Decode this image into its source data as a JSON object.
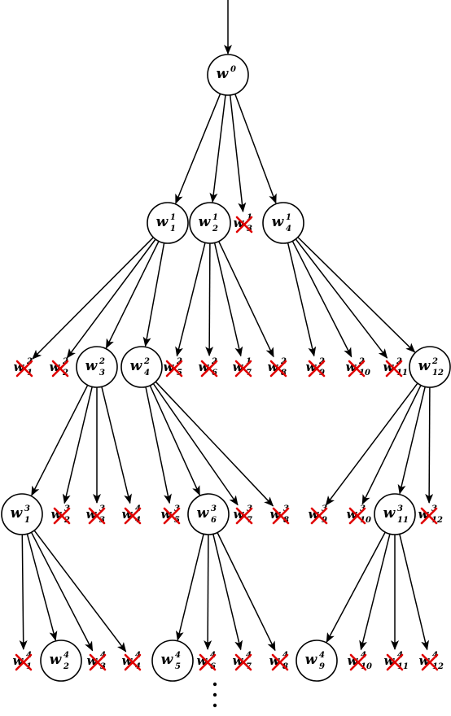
{
  "colors": {
    "stroke": "#000000",
    "pruned_mark": "#e00000"
  },
  "diagram": {
    "root": {
      "id": "r",
      "base": "w",
      "sup": "0",
      "sub": ""
    },
    "levels": [
      {
        "level": 1,
        "nodes": [
          {
            "id": "l1n1",
            "base": "w",
            "sup": "1",
            "sub": "1",
            "pruned": false
          },
          {
            "id": "l1n2",
            "base": "w",
            "sup": "1",
            "sub": "2",
            "pruned": false
          },
          {
            "id": "l1n3",
            "base": "w",
            "sup": "1",
            "sub": "3",
            "pruned": true
          },
          {
            "id": "l1n4",
            "base": "w",
            "sup": "1",
            "sub": "4",
            "pruned": false
          }
        ]
      },
      {
        "level": 2,
        "nodes": [
          {
            "id": "l2n1",
            "base": "w",
            "sup": "2",
            "sub": "1",
            "pruned": true
          },
          {
            "id": "l2n2",
            "base": "w",
            "sup": "2",
            "sub": "2",
            "pruned": true
          },
          {
            "id": "l2n3",
            "base": "w",
            "sup": "2",
            "sub": "3",
            "pruned": false
          },
          {
            "id": "l2n4",
            "base": "w",
            "sup": "2",
            "sub": "4",
            "pruned": false
          },
          {
            "id": "l2n5",
            "base": "w",
            "sup": "2",
            "sub": "5",
            "pruned": true
          },
          {
            "id": "l2n6",
            "base": "w",
            "sup": "2",
            "sub": "6",
            "pruned": true
          },
          {
            "id": "l2n7",
            "base": "w",
            "sup": "1",
            "sub": "7",
            "pruned": true
          },
          {
            "id": "l2n8",
            "base": "w",
            "sup": "2",
            "sub": "8",
            "pruned": true
          },
          {
            "id": "l2n9",
            "base": "w",
            "sup": "2",
            "sub": "9",
            "pruned": true
          },
          {
            "id": "l2n10",
            "base": "w",
            "sup": "2",
            "sub": "10",
            "pruned": true
          },
          {
            "id": "l2n11",
            "base": "w",
            "sup": "2",
            "sub": "11",
            "pruned": true
          },
          {
            "id": "l2n12",
            "base": "w",
            "sup": "2",
            "sub": "12",
            "pruned": false
          }
        ]
      },
      {
        "level": 3,
        "nodes": [
          {
            "id": "l3n1",
            "base": "w",
            "sup": "3",
            "sub": "1",
            "pruned": false
          },
          {
            "id": "l3n2",
            "base": "w",
            "sup": "3",
            "sub": "2",
            "pruned": true
          },
          {
            "id": "l3n3",
            "base": "w",
            "sup": "3",
            "sub": "3",
            "pruned": true
          },
          {
            "id": "l3n4",
            "base": "w",
            "sup": "4",
            "sub": "4",
            "pruned": true
          },
          {
            "id": "l3n5",
            "base": "w",
            "sup": "3",
            "sub": "5",
            "pruned": true
          },
          {
            "id": "l3n6",
            "base": "w",
            "sup": "3",
            "sub": "6",
            "pruned": false
          },
          {
            "id": "l3n7",
            "base": "w",
            "sup": "3",
            "sub": "7",
            "pruned": true
          },
          {
            "id": "l3n8",
            "base": "w",
            "sup": "3",
            "sub": "8",
            "pruned": true
          },
          {
            "id": "l3n9",
            "base": "w",
            "sup": "3",
            "sub": "9",
            "pruned": true
          },
          {
            "id": "l3n10",
            "base": "w",
            "sup": "3",
            "sub": "10",
            "pruned": true
          },
          {
            "id": "l3n11",
            "base": "w",
            "sup": "3",
            "sub": "11",
            "pruned": false
          },
          {
            "id": "l3n12",
            "base": "w",
            "sup": "3",
            "sub": "12",
            "pruned": true
          }
        ]
      },
      {
        "level": 4,
        "nodes": [
          {
            "id": "l4n1",
            "base": "w",
            "sup": "4",
            "sub": "1",
            "pruned": true
          },
          {
            "id": "l4n2",
            "base": "w",
            "sup": "4",
            "sub": "2",
            "pruned": false
          },
          {
            "id": "l4n3",
            "base": "w",
            "sup": "4",
            "sub": "3",
            "pruned": true
          },
          {
            "id": "l4n4",
            "base": "w",
            "sup": "4",
            "sub": "4",
            "pruned": true
          },
          {
            "id": "l4n5",
            "base": "w",
            "sup": "4",
            "sub": "5",
            "pruned": false
          },
          {
            "id": "l4n6",
            "base": "w",
            "sup": "4",
            "sub": "6",
            "pruned": true
          },
          {
            "id": "l4n7",
            "base": "w",
            "sup": "4",
            "sub": "7",
            "pruned": true
          },
          {
            "id": "l4n8",
            "base": "w",
            "sup": "4",
            "sub": "8",
            "pruned": true
          },
          {
            "id": "l4n9",
            "base": "w",
            "sup": "4",
            "sub": "9",
            "pruned": false
          },
          {
            "id": "l4n10",
            "base": "w",
            "sup": "4",
            "sub": "10",
            "pruned": true
          },
          {
            "id": "l4n11",
            "base": "w",
            "sup": "4",
            "sub": "11",
            "pruned": true
          },
          {
            "id": "l4n12",
            "base": "w",
            "sup": "4",
            "sub": "12",
            "pruned": true
          }
        ]
      }
    ],
    "edges": [
      [
        "r",
        "l1n1"
      ],
      [
        "r",
        "l1n2"
      ],
      [
        "r",
        "l1n3"
      ],
      [
        "r",
        "l1n4"
      ],
      [
        "l1n1",
        "l2n1"
      ],
      [
        "l1n1",
        "l2n2"
      ],
      [
        "l1n1",
        "l2n3"
      ],
      [
        "l1n1",
        "l2n4"
      ],
      [
        "l1n2",
        "l2n5"
      ],
      [
        "l1n2",
        "l2n6"
      ],
      [
        "l1n2",
        "l2n7"
      ],
      [
        "l1n2",
        "l2n8"
      ],
      [
        "l1n4",
        "l2n9"
      ],
      [
        "l1n4",
        "l2n10"
      ],
      [
        "l1n4",
        "l2n11"
      ],
      [
        "l1n4",
        "l2n12"
      ],
      [
        "l2n3",
        "l3n1"
      ],
      [
        "l2n3",
        "l3n2"
      ],
      [
        "l2n3",
        "l3n3"
      ],
      [
        "l2n3",
        "l3n4"
      ],
      [
        "l2n4",
        "l3n5"
      ],
      [
        "l2n4",
        "l3n6"
      ],
      [
        "l2n4",
        "l3n7"
      ],
      [
        "l2n4",
        "l3n8"
      ],
      [
        "l2n12",
        "l3n9"
      ],
      [
        "l2n12",
        "l3n10"
      ],
      [
        "l2n12",
        "l3n11"
      ],
      [
        "l2n12",
        "l3n12"
      ],
      [
        "l3n1",
        "l4n1"
      ],
      [
        "l3n1",
        "l4n2"
      ],
      [
        "l3n1",
        "l4n3"
      ],
      [
        "l3n1",
        "l4n4"
      ],
      [
        "l3n6",
        "l4n5"
      ],
      [
        "l3n6",
        "l4n6"
      ],
      [
        "l3n6",
        "l4n7"
      ],
      [
        "l3n6",
        "l4n8"
      ],
      [
        "l3n11",
        "l4n9"
      ],
      [
        "l3n11",
        "l4n10"
      ],
      [
        "l3n11",
        "l4n11"
      ],
      [
        "l3n11",
        "l4n12"
      ]
    ],
    "continuation": "⋮"
  }
}
